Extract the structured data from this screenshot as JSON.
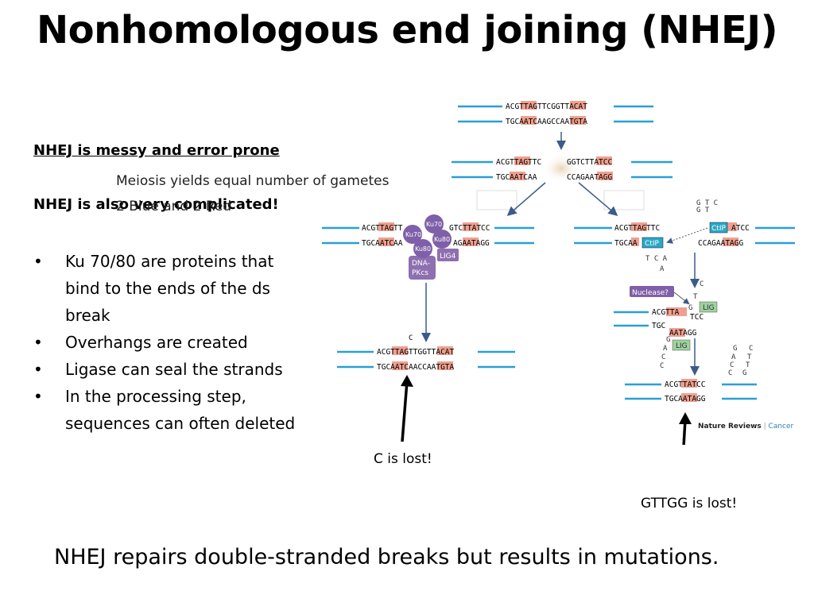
{
  "title": "Nonhomologous end joining (NHEJ)",
  "heading_messy": "NHEJ is messy and error prone",
  "heading_complicated": "NHEJ is also very complicated!",
  "overlay_line1": "Meiosis yields equal number of gametes",
  "overlay_line2": "2 Blue and 2 Red",
  "bullets": [
    {
      "l1": "Ku 70/80 are proteins that",
      "l2": "bind to the ends of the ds",
      "l3": "break"
    },
    {
      "l1": "Overhangs are created"
    },
    {
      "l1": "Ligase can seal the strands"
    },
    {
      "l1": "In the processing step,",
      "l2": "sequences can often deleted"
    }
  ],
  "diagram": {
    "top_strand_1": "ACGTTAGTTCGGTTACAT",
    "top_strand_2": "TGCAATCAAGCCAATGTA",
    "mid_left_1": "ACGTTAGTTC",
    "mid_left_2": "TGCAATCAA",
    "mid_right_1": "GGTCTTATCC",
    "mid_right_2": "CCAGAATAGG",
    "left_1a": "ACGTTAGTT",
    "left_1b": "GTCTTATCC",
    "left_2a": "TGCAATCAA",
    "left_2b": "AGAATAGG",
    "ku70": "Ku70",
    "ku80": "Ku80",
    "lig4": "LIG4",
    "dnapk1": "DNA-",
    "dnapk2": "PKcs",
    "left_c": "C",
    "left_result_1": "ACGTTAGTTGGTTACAT",
    "left_result_2": "TGCAATCAACCAATGTA",
    "right_top_1": "ACGTTAGTTC",
    "right_top_2": "TGCAA",
    "right_ctip": "CtIP",
    "right_top_3": "ATCC",
    "right_top_4": "CCAGAATAGG",
    "right_gtc": "G T C",
    "right_gt": "G   T",
    "right_tca": "T  C  A",
    "right_a": "A",
    "nuclease": "Nuclease?",
    "lig": "LIG",
    "r2_1": "ACGTTA",
    "r2_2": "TCC",
    "r2_3": "TGC",
    "r2_4": "AATAGG",
    "right_result_1": "ACGTTATCC",
    "right_result_2": "TGCAATAGG",
    "nature_1": "Nature Reviews",
    "nature_sep": " | ",
    "nature_2": "Cancer"
  },
  "label_c_lost": "C is lost!",
  "label_gttgg_lost": "GTTGG is lost!",
  "footer": "NHEJ repairs double-stranded breaks but results in mutations."
}
